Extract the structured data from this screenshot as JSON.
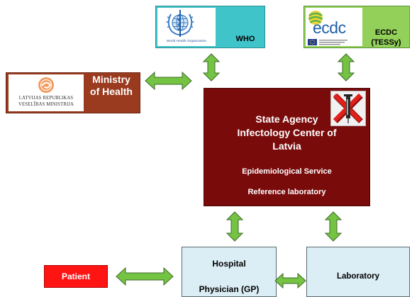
{
  "colors": {
    "who_bg": "#3fc4c9",
    "ecdc_bg": "#92d05a",
    "ministry_bg": "#9a3a1e",
    "agency_bg": "#7a0b0b",
    "care_bg": "#dceef5",
    "patient_bg": "#ff1414",
    "arrow_fill": "#74c343",
    "arrow_stroke": "#3e6a2a"
  },
  "who": {
    "label": "WHO",
    "logo_text": "World Health Organization",
    "icon": "who-emblem-icon"
  },
  "ecdc": {
    "label": "ECDC",
    "sublabel": "(TESSy)",
    "logo_text": "ecdc",
    "icon": "ecdc-logo-icon"
  },
  "ministry": {
    "label_line1": "Ministry",
    "label_line2": "of Health",
    "logo_line1": "LATVIJAS REPUBLIKAS",
    "logo_line2": "VESELĪBAS MINISTRIJA",
    "icon": "latvia-ministry-emblem-icon"
  },
  "agency": {
    "title_line1": "State Agency",
    "title_line2": "Infectology Center of",
    "title_line3": "Latvia",
    "service1": "Epidemiological Service",
    "service2": "Reference laboratory",
    "icon": "infectology-center-logo-icon"
  },
  "hospital": {
    "line1": "Hospital",
    "line2": "Physician (GP)"
  },
  "laboratory": {
    "label": "Laboratory"
  },
  "patient": {
    "label": "Patient"
  },
  "connectors": {
    "icon": "double-arrow-icon",
    "links": [
      "WHO ↔ State Agency",
      "ECDC ↔ State Agency",
      "Ministry of Health ↔ State Agency",
      "State Agency ↔ Hospital",
      "State Agency ↔ Laboratory",
      "Patient ↔ Hospital",
      "Hospital ↔ Laboratory"
    ]
  }
}
